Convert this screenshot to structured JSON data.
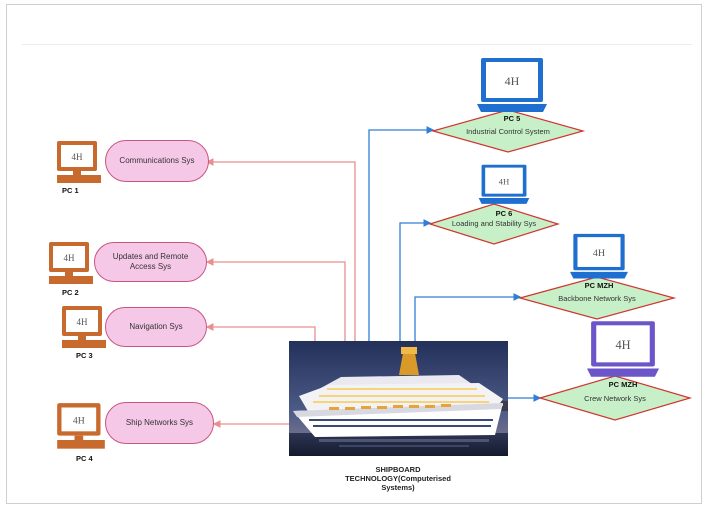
{
  "left_systems": [
    {
      "label": "Communications Sys",
      "pc": "PC 1"
    },
    {
      "label": "Updates and Remote Access Sys",
      "pc": "PC 2"
    },
    {
      "label": "Navigation Sys",
      "pc": "PC 3"
    },
    {
      "label": "Ship Networks Sys",
      "pc": "PC 4"
    }
  ],
  "right_systems": [
    {
      "label": "Industrial Control System",
      "pc": "PC 5"
    },
    {
      "label": "Loading and Stability Sys",
      "pc": "PC 6"
    },
    {
      "label": "Backbone Network Sys",
      "pc": "PC MZH"
    },
    {
      "label": "Crew Network Sys",
      "pc": "PC MZH"
    }
  ],
  "caption": "SHIPBOARD TECHNOLOGY(Computerised Systems)",
  "monitor_logo": "4H",
  "colors": {
    "pill_fill": "#f6c8e8",
    "pill_border": "#c9557f",
    "left_pc": "#c8692e",
    "right_pc": "#1f6fd0",
    "crew_pc": "#6b55c9",
    "diamond_fill": "#c8f0c8",
    "diamond_border": "#d0352f",
    "red_link": "#e8908f",
    "blue_link": "#2f7fd6"
  },
  "icons": [
    "desktop-pc-icon",
    "laptop-icon",
    "arrow-icon"
  ]
}
